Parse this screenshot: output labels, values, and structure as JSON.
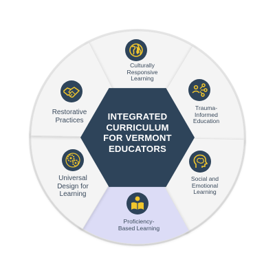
{
  "diagram": {
    "center_title": "INTEGRATED\nCURRICULUM\nFOR VERMONT\nEDUCATORS",
    "segments": [
      {
        "label": "Culturally\nResponsive\nLearning",
        "icon": "globe-icon",
        "highlighted": false
      },
      {
        "label": "Trauma-\nInformed\nEducation",
        "icon": "network-people-icon",
        "highlighted": false
      },
      {
        "label": "Social and\nEmotional\nLearning",
        "icon": "head-brain-icon",
        "highlighted": false
      },
      {
        "label": "Proficiency-\nBased Learning",
        "icon": "reader-book-icon",
        "highlighted": true
      },
      {
        "label": "Universal\nDesign for\nLearning",
        "icon": "gears-icon",
        "highlighted": false
      },
      {
        "label": "Restorative\nPractices",
        "icon": "handshake-icon",
        "highlighted": false
      }
    ]
  },
  "colors": {
    "hexagon": "#2e445a",
    "segment_fill": "#f4f4f4",
    "highlight_fill": "#dcdcf6",
    "icon_circle": "#2e445a",
    "icon_glyph": "#f1c62d",
    "label_text": "#3a4a5c",
    "center_text": "#ffffff"
  }
}
